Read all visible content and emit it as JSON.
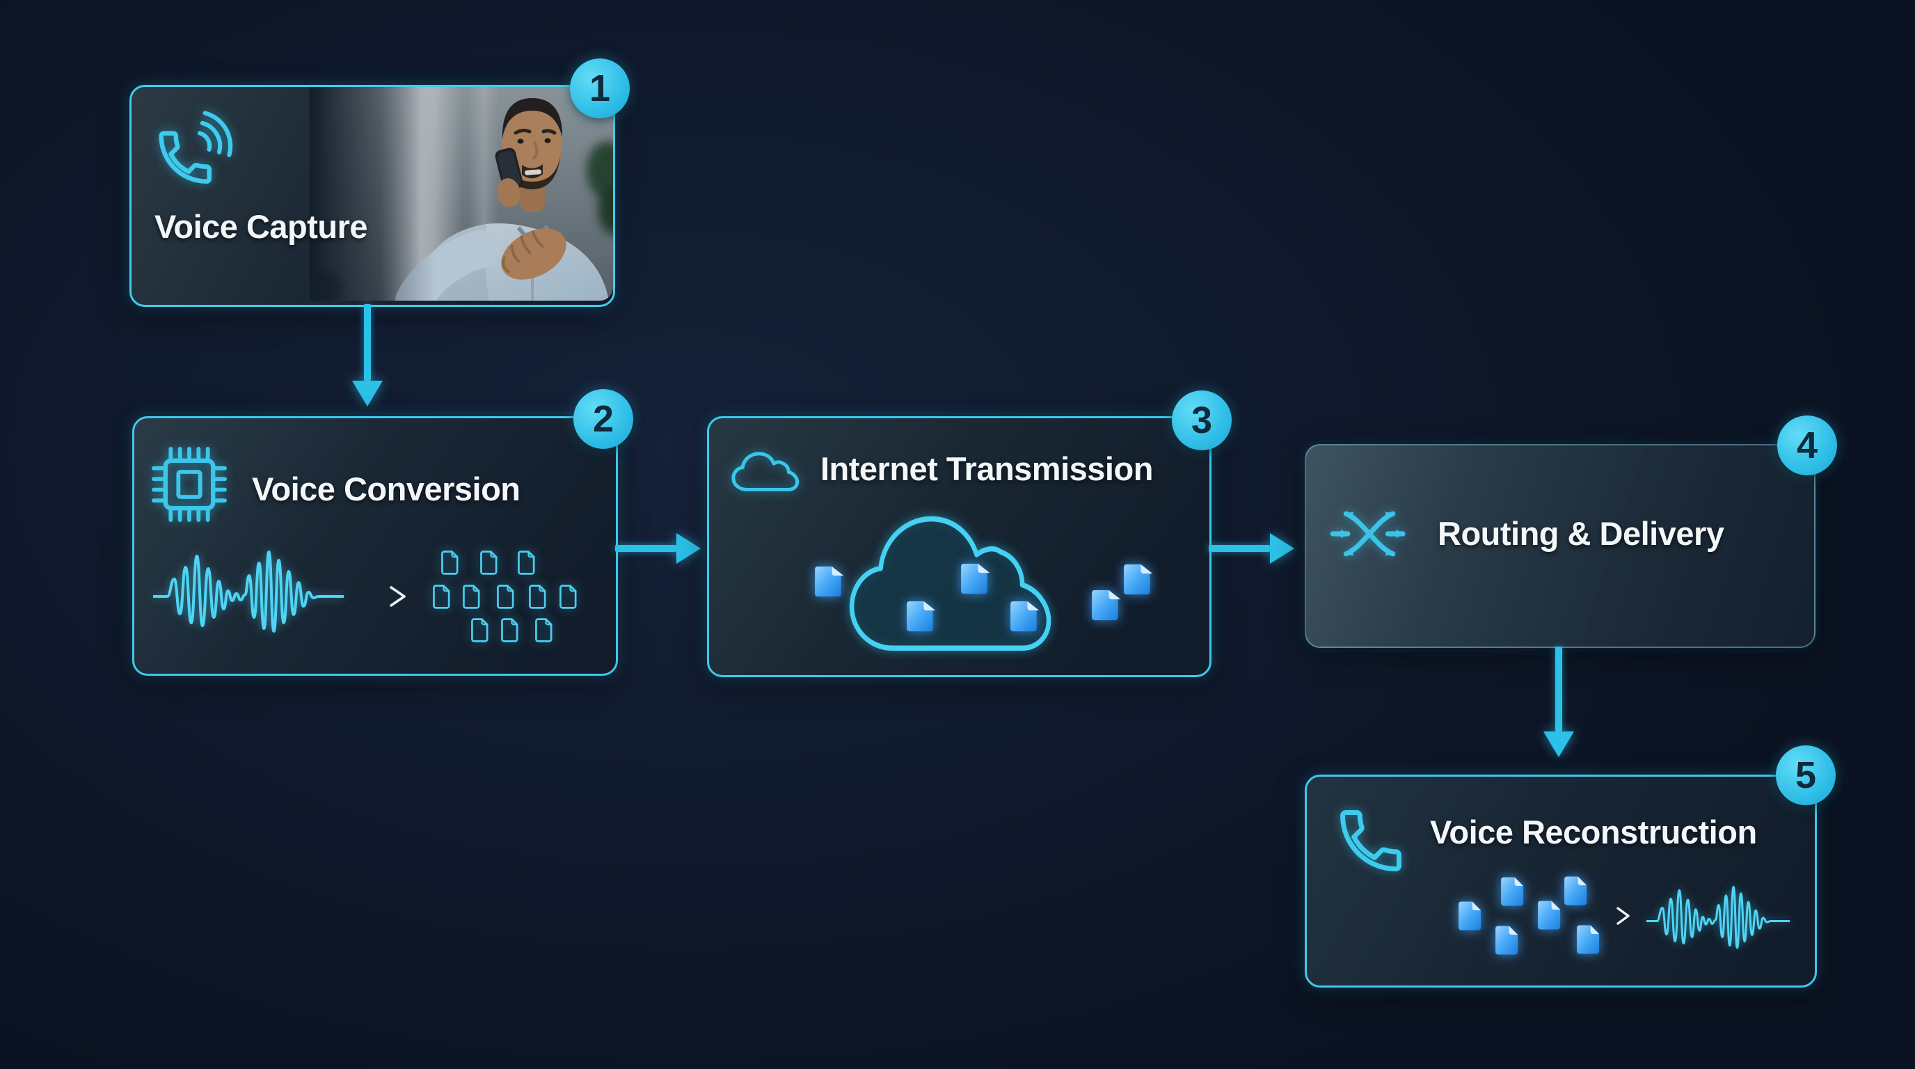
{
  "page": {
    "background": "#0d1626"
  },
  "palette": {
    "accent_cyan": "#3cc6ea",
    "card_border": "#42cbec",
    "packet_blue": "#46a8f6",
    "title_text": "#f3f7fa",
    "badge_fill": "#2ebde6",
    "badge_number_color": "#10293c",
    "white_arrow": "#eef3f7"
  },
  "steps": [
    {
      "number": "1",
      "title": "Voice Capture",
      "icon": "phone-call-waves-icon",
      "graphic": "man-talking-on-phone-photo"
    },
    {
      "number": "2",
      "title": "Voice Conversion",
      "icon": "cpu-chip-icon",
      "graphic": "waveform-converted-to-data-packets"
    },
    {
      "number": "3",
      "title": "Internet Transmission",
      "icon": "cloud-icon",
      "graphic": "data-packets-flying-through-cloud"
    },
    {
      "number": "4",
      "title": "Routing & Delivery",
      "icon": "routing-arrows-icon",
      "graphic": "crossing-route-arrows"
    },
    {
      "number": "5",
      "title": "Voice Reconstruction",
      "icon": "phone-handset-icon",
      "graphic": "data-packets-reassembled-into-waveform"
    }
  ],
  "connectors": [
    {
      "from": "1",
      "to": "2",
      "direction": "down"
    },
    {
      "from": "2",
      "to": "3",
      "direction": "right"
    },
    {
      "from": "3",
      "to": "4",
      "direction": "right"
    },
    {
      "from": "4",
      "to": "5",
      "direction": "down"
    }
  ]
}
